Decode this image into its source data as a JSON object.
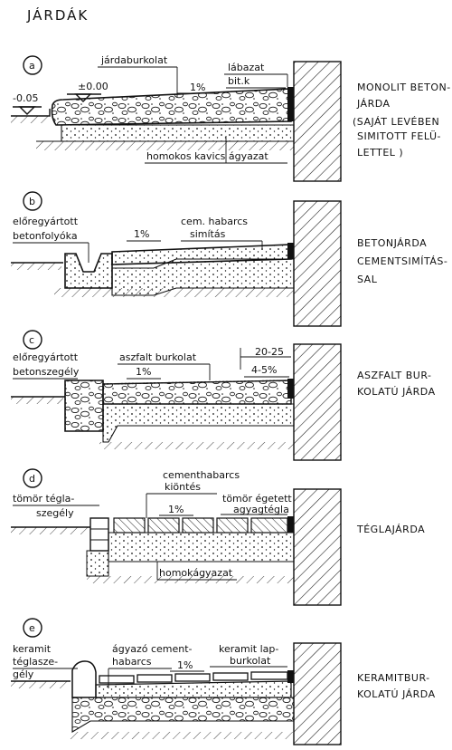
{
  "title": "JÁRDÁK",
  "sections": [
    {
      "letter": "a",
      "labels": {
        "surface": "járdaburkolat",
        "plinth": "lábazat",
        "bitumen": "bit.k",
        "level_top": "±0.00",
        "level_low": "-0.05",
        "slope": "1%",
        "base": "homokos kavics ágyazat"
      },
      "description": [
        "MONOLIT BETON-",
        "JÁRDA",
        "(SAJÁT LEVÉBEN",
        "SIMITOTT FELÜ-",
        "LETTEL )"
      ]
    },
    {
      "letter": "b",
      "labels": {
        "gutter_1": "előregyártott",
        "gutter_2": "betonfolyóka",
        "render_1": "cem. habarcs",
        "render_2": "simítás",
        "slope": "1%"
      },
      "description": [
        "BETONJÁRDA",
        "CEMENTSIMÍTÁS-",
        "SAL"
      ]
    },
    {
      "letter": "c",
      "labels": {
        "edge_1": "előregyártott",
        "edge_2": "betonszegély",
        "surface": "aszfalt burkolat",
        "slope": "1%",
        "dim": "20-25",
        "fall": "4-5%"
      },
      "description": [
        "ASZFALT BUR-",
        "KOLATÚ JÁRDA"
      ]
    },
    {
      "letter": "d",
      "labels": {
        "joint_1": "cementhabarcs",
        "joint_2": "kiöntés",
        "edge_1": "tömör tégla-",
        "edge_2": "szegély",
        "brick_1": "tömör égetett",
        "brick_2": "agyagtégla",
        "slope": "1%",
        "base": "homokágyazat"
      },
      "description": [
        "TÉGLAJÁRDA"
      ]
    },
    {
      "letter": "e",
      "labels": {
        "edge_1": "keramit",
        "edge_2": "téglasze-",
        "edge_3": "gély",
        "bed_1": "ágyazó cement-",
        "bed_2": "habarcs",
        "tile_1": "keramit lap-",
        "tile_2": "burkolat",
        "slope": "1%"
      },
      "description": [
        "KERAMITBUR-",
        "KOLATÚ JÁRDA"
      ]
    }
  ]
}
